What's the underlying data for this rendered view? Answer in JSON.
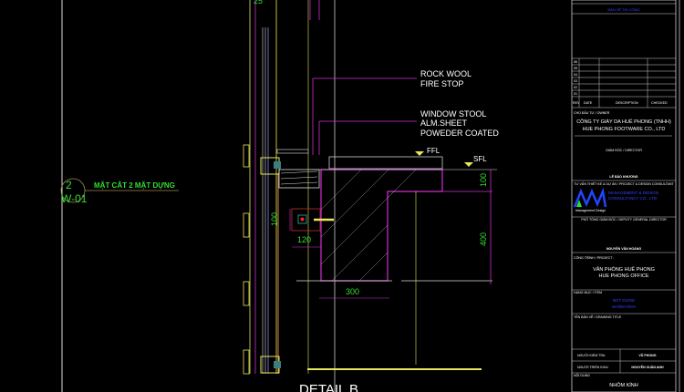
{
  "drawing": {
    "section_tag_top": "2",
    "section_tag_bottom": "W-01",
    "section_title": "MẶT CẮT 2 MẶT DỰNG",
    "dim_top": "25",
    "label_rockwool_1": "ROCK WOOL",
    "label_rockwool_2": "FIRE STOP",
    "label_stool_1": "WINDOW STOOL",
    "label_stool_2": "ALM.SHEET",
    "label_stool_3": "POWEDER COATED",
    "ffl": "FFL",
    "sfl": "SFL",
    "dim_100_right": "100",
    "dim_400": "400",
    "dim_100_left": "100",
    "dim_120": "120",
    "dim_300": "300",
    "detail_title": "DETAIL B"
  },
  "title_block": {
    "drawing_code": "BẢN VẼ THI CÔNG",
    "revisions": [
      "06",
      "05",
      "04",
      "03",
      "02",
      "01"
    ],
    "rev_header": [
      "REV",
      "DATE",
      "DESCRIPTION",
      "CHECKED"
    ],
    "owner_label": "CHỦ ĐẦU TƯ / OWNER",
    "owner_name_vn": "CÔNG TY GIÀY DA HUÊ PHONG (TNHH)",
    "owner_name_en": "HUE PHONG FOOTWARE CO., LTD",
    "director_label": "GIÁM ĐỐC / DIRECTOR",
    "director_sign": "LÊ BẢO KHƯƠNG",
    "consultant_label": "TƯ VẤN THIẾT KẾ & DỰ ÁN / PROJECT & DESIGN CONSULTANT",
    "consultant_logo_text": "Management Design",
    "consultant_name_1": "MANAGEMENT & DESIGN",
    "consultant_name_2": "CONSULTANCY CO., LTD",
    "deputy_label": "PHÓ TỔNG GIÁM ĐỐC / DEPUTY GENERAL DIRECTOR",
    "deputy_sign": "NGUYỄN VĂN HOÀNG",
    "project_label": "CÔNG TRÌNH / PROJECT :",
    "project_vn": "VĂN PHÒNG HUÊ PHONG",
    "project_en": "HUE PHONG OFFICE",
    "item_label": "HẠNG MỤC / ITEM",
    "item_line_1": "MẶT DỰNG",
    "item_line_2": "NHÔM KÍNH",
    "drawing_title_label": "TÊN BẢN VẼ / DRAWING TITLE",
    "checker_label": "NGƯỜI KIỂM TRA",
    "checker_name": "VŨ PHONG",
    "drafter_label": "NGƯỜI TRIỂN KHAI",
    "drafter_name": "NGUYỄN XUÂN ANH",
    "title_label": "NỘI DUNG",
    "title_value": "NHÔM KÍNH"
  },
  "colors": {
    "background": "#000000",
    "magenta": "#d02fd0",
    "yellow": "#e6e65a",
    "green": "#33dd33",
    "blue": "#2233ff"
  }
}
